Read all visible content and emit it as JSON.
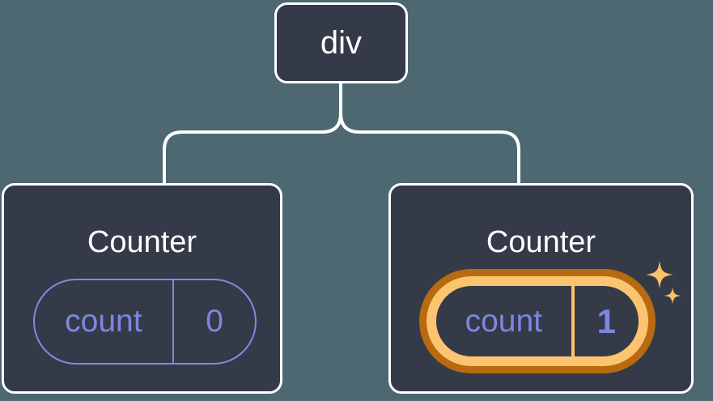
{
  "diagram": {
    "description": "component-tree-state-diagram",
    "root": {
      "label": "div"
    },
    "children": [
      {
        "title": "Counter",
        "state": {
          "key": "count",
          "value": "0"
        },
        "highlighted": false
      },
      {
        "title": "Counter",
        "state": {
          "key": "count",
          "value": "1"
        },
        "highlighted": true
      }
    ],
    "icons": {
      "sparkles": "sparkles-icon"
    },
    "colors": {
      "background": "#4d6870",
      "node_fill": "#343a47",
      "node_border": "#ffffff",
      "connector": "#ffffff",
      "state_accent": "#8289e2",
      "state_text": "#7d87e0",
      "highlight_outer": "#b9690f",
      "highlight_inner": "#fbc46e",
      "title_text": "#ffffff"
    }
  }
}
